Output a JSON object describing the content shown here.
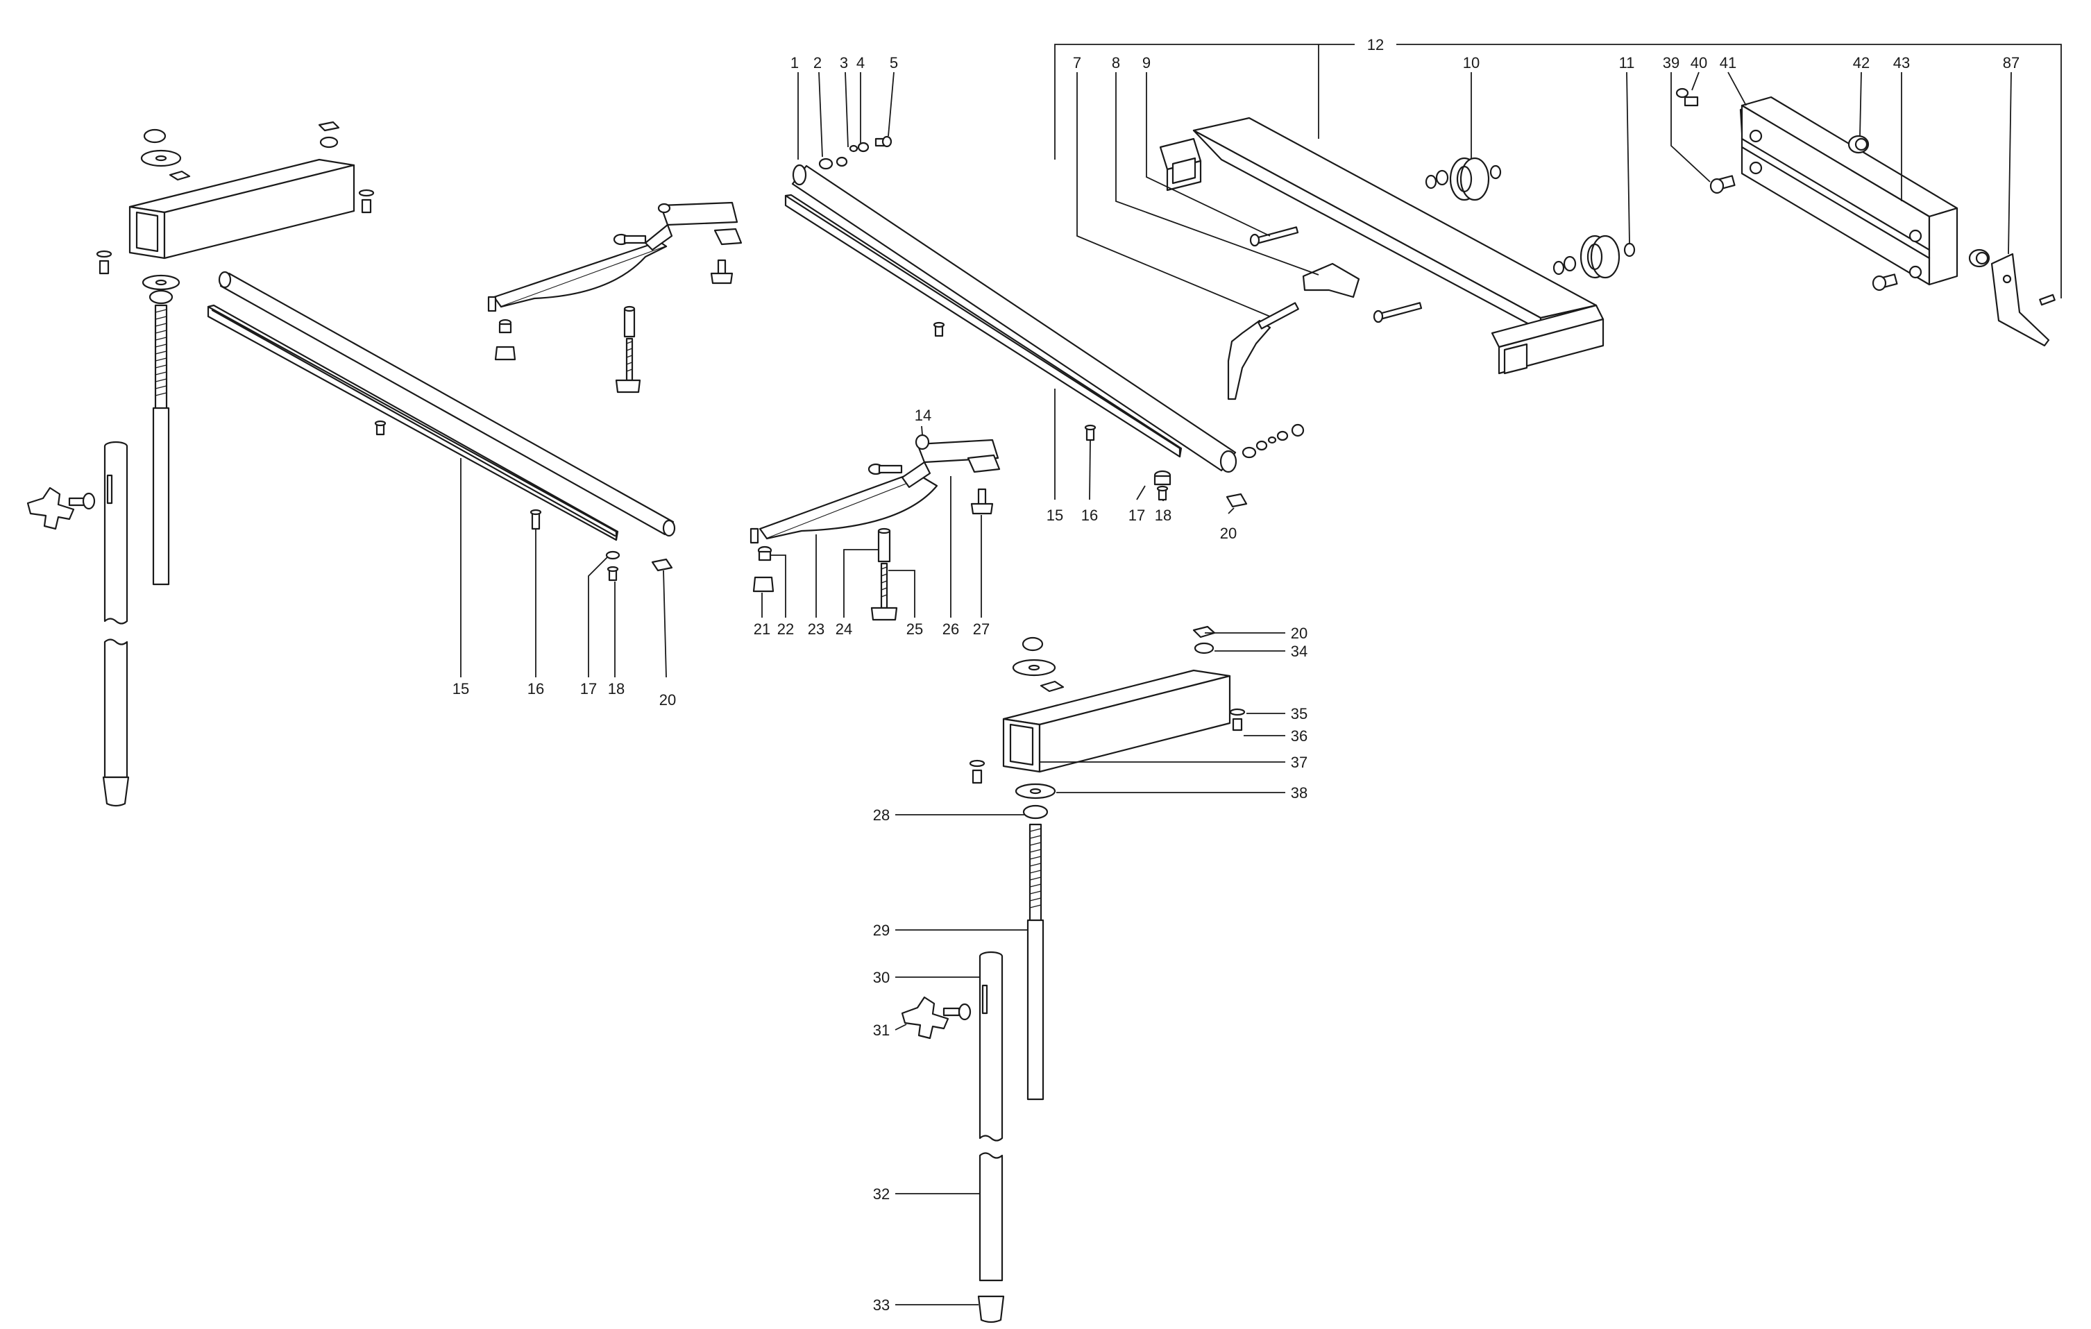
{
  "diagram": {
    "background": "#ffffff",
    "line_color": "#1a1a1a",
    "callouts": {
      "c1": "1",
      "c2": "2",
      "c3": "3",
      "c4": "4",
      "c5": "5",
      "c7": "7",
      "c8": "8",
      "c9": "9",
      "c10": "10",
      "c11": "11",
      "c12": "12",
      "c14": "14",
      "c15a": "15",
      "c15b": "15",
      "c16a": "16",
      "c16b": "16",
      "c17a": "17",
      "c17b": "17",
      "c18a": "18",
      "c18b": "18",
      "c20a": "20",
      "c20b": "20",
      "c20c": "20",
      "c21": "21",
      "c22": "22",
      "c23": "23",
      "c24": "24",
      "c25": "25",
      "c26": "26",
      "c27": "27",
      "c28": "28",
      "c29": "29",
      "c30": "30",
      "c31": "31",
      "c32": "32",
      "c33": "33",
      "c34": "34",
      "c35": "35",
      "c36": "36",
      "c37": "37",
      "c38": "38",
      "c39": "39",
      "c40": "40",
      "c41": "41",
      "c42": "42",
      "c43": "43",
      "c87": "87"
    }
  }
}
